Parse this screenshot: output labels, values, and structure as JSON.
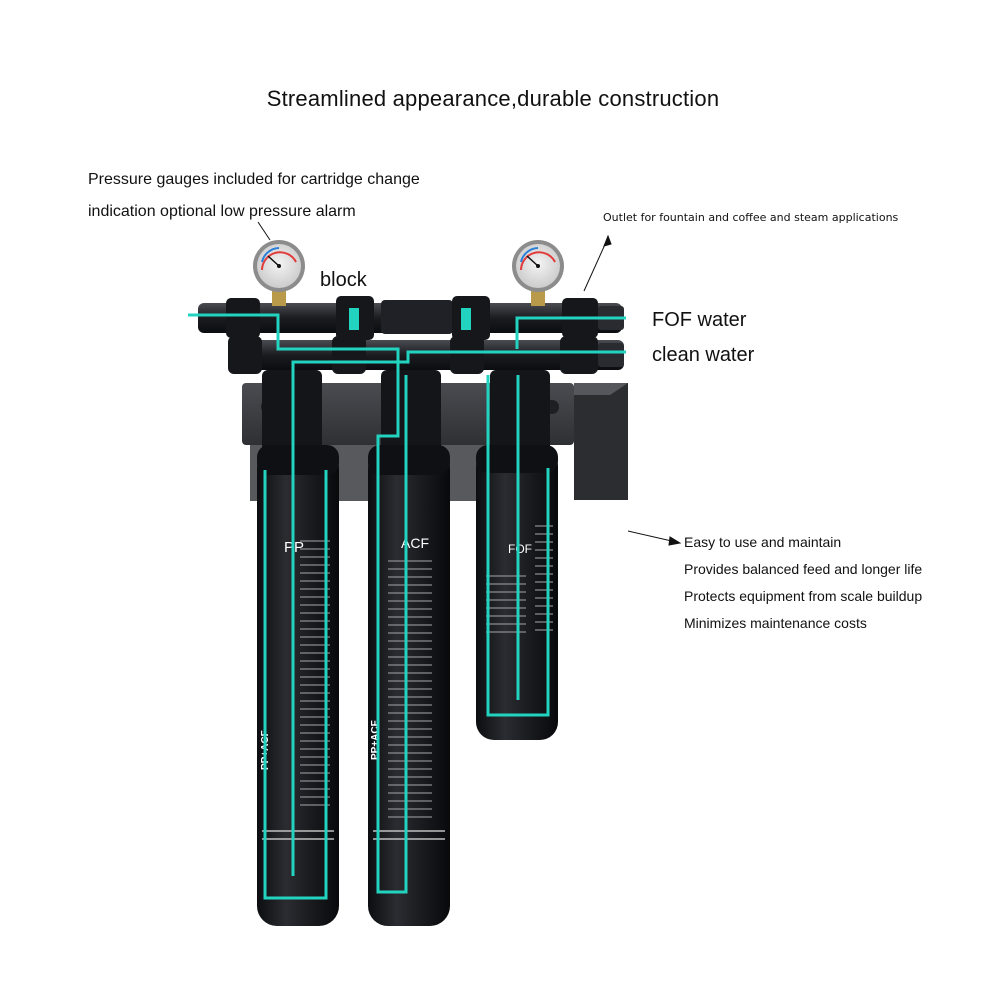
{
  "title": "Streamlined appearance,durable construction",
  "gauge_note": {
    "line1": "Pressure gauges included for cartridge change",
    "line2": "indication optional low pressure alarm"
  },
  "outlet_note": "Outlet for fountain and coffee and steam applications",
  "labels": {
    "block": "block",
    "fof_water": "FOF water",
    "clean_water": "clean water"
  },
  "cartridges": [
    {
      "name": "PP",
      "side_label": "PP+ACF"
    },
    {
      "name": "ACF",
      "side_label": "PP+ACF"
    },
    {
      "name": "FOF"
    }
  ],
  "features": [
    "Easy to use and maintain",
    "Provides balanced feed and longer life",
    "Protects equipment from scale buildup",
    "Minimizes maintenance costs"
  ],
  "colors": {
    "flow_line": "#22d3c0",
    "housing": "#1c1d22",
    "bracket": "#3b3d42",
    "text": "#111111"
  }
}
